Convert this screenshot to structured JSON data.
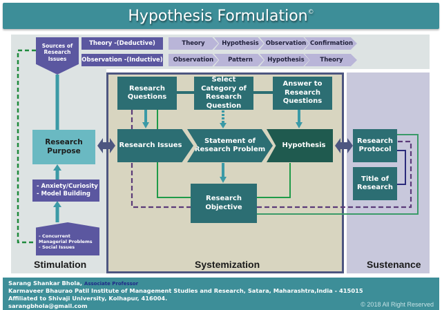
{
  "title": {
    "text": "Hypothesis Formulation",
    "mark": "©"
  },
  "approaches": {
    "deductive": {
      "label": "Theory -(Deductive)",
      "steps": [
        "Theory",
        "Hypothesis",
        "Observation",
        "Confirmation"
      ]
    },
    "inductive": {
      "label": "Observation -(Inductive)",
      "steps": [
        "Observation",
        "Pattern",
        "Hypothesis",
        "Theory"
      ]
    }
  },
  "stimulation": {
    "label": "Stimulation",
    "sources": "Sources of Research Issues",
    "purpose": "Research Purpose",
    "drivers": [
      "- Anxiety/Curiosity",
      "- Model Building"
    ],
    "issues": [
      "- Concurrent  Managerial Problems",
      "- Social Issues"
    ]
  },
  "systemization": {
    "label": "Systemization",
    "research_questions": "Research Questions",
    "select_category": "Select Category of Research Question",
    "answer": "Answer to Research Questions",
    "research_issues": "Research Issues",
    "statement": "Statement of Research Problem",
    "hypothesis": "Hypothesis",
    "objective": "Research Objective"
  },
  "sustenance": {
    "label": "Sustenance",
    "protocol": "Research Protocol",
    "title_of_research": "Title of Research"
  },
  "footer": {
    "author": "Sarang Shankar Bhola,",
    "role": "Associate Professor",
    "institute": "Karmaveer Bhaurao Patil Institute of Management Studies and Research, Satara, Maharashtra,India - 415015",
    "affiliation": "Affiliated to Shivaji University, Kolhapur, 416004.",
    "email": "sarangbhola@gmail.com",
    "copyright": "© 2018 All Right Reserved"
  },
  "colors": {
    "header": "#3d8e98",
    "teal_box": "#2c6e73",
    "purple_box": "#5b57a0",
    "chevron": "#b9b5d8",
    "green_line": "#2e9a55",
    "purple_dash": "#5a3a78"
  }
}
